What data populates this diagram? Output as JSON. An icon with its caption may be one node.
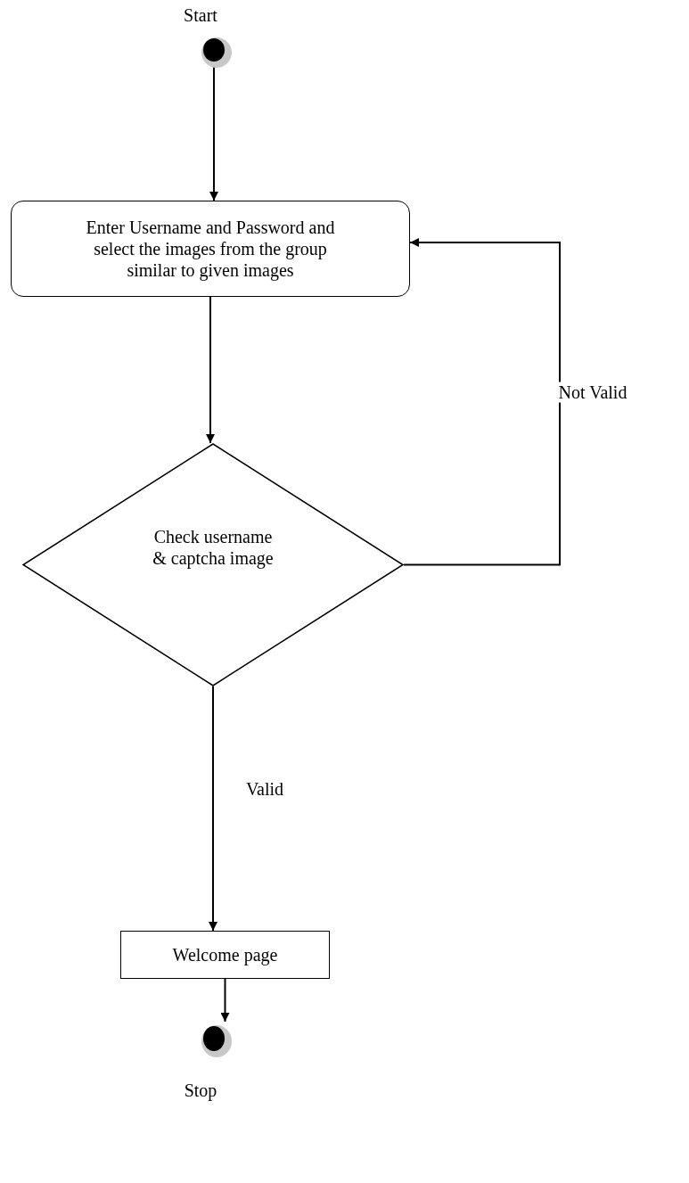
{
  "diagram": {
    "nodes": [
      {
        "text": [],
        "shape": "circle",
        "beside": [
          "Start"
        ]
      },
      {
        "text": [
          "Enter Username and Password and select the images from the group similar to given images"
        ]
      },
      {
        "text": [
          "Check username & captcha image"
        ]
      },
      {
        "text": [
          "Welcome page"
        ]
      },
      {
        "text": [],
        "shape": "circle",
        "beside": [
          "Stop"
        ]
      }
    ],
    "edges": [
      {
        "from": 0,
        "to": 1,
        "arrow": "to"
      },
      {
        "from": 1,
        "to": 2,
        "arrow": "to"
      },
      {
        "from": 2,
        "to": 1,
        "arrow": "to",
        "label": "Not Valid"
      },
      {
        "from": 2,
        "to": 3,
        "arrow": "to",
        "label": "Valid"
      },
      {
        "from": 3,
        "to": 4,
        "arrow": "to"
      }
    ]
  }
}
